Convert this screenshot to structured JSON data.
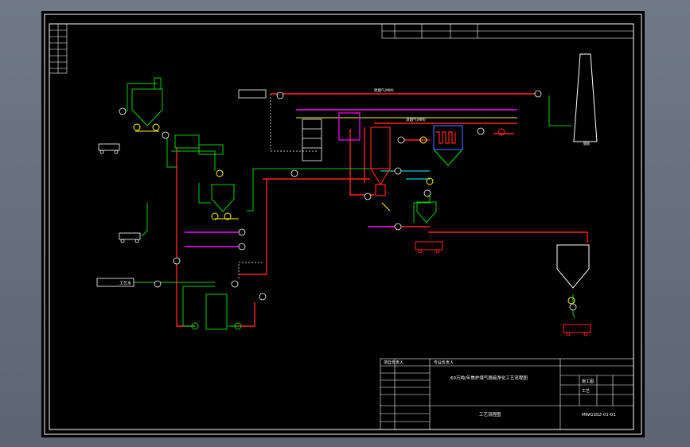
{
  "title_block": {
    "project_line": "60万吨/年焦炉煤气脱硫净化工艺流程图",
    "drawing_title": "工艺流程图",
    "drawing_number": "MWGSS2-01-01",
    "label_project_leader": "项目负责人",
    "label_discipline_leader": "专业负责人",
    "label_stage": "施工图",
    "label_discipline": "工艺"
  },
  "labels": {
    "flue_gas_a": "原烟气(MM)",
    "flue_gas_b": "净烟气(MM)",
    "water_supply": "工艺水",
    "stack": "烟囱"
  },
  "colors": {
    "background": "#000000",
    "frame": "#ffffff",
    "green": "#00d000",
    "red": "#ff2020",
    "magenta": "#ff00ff",
    "yellow": "#ffff00",
    "cyan": "#00ffff",
    "blue": "#4060ff"
  }
}
